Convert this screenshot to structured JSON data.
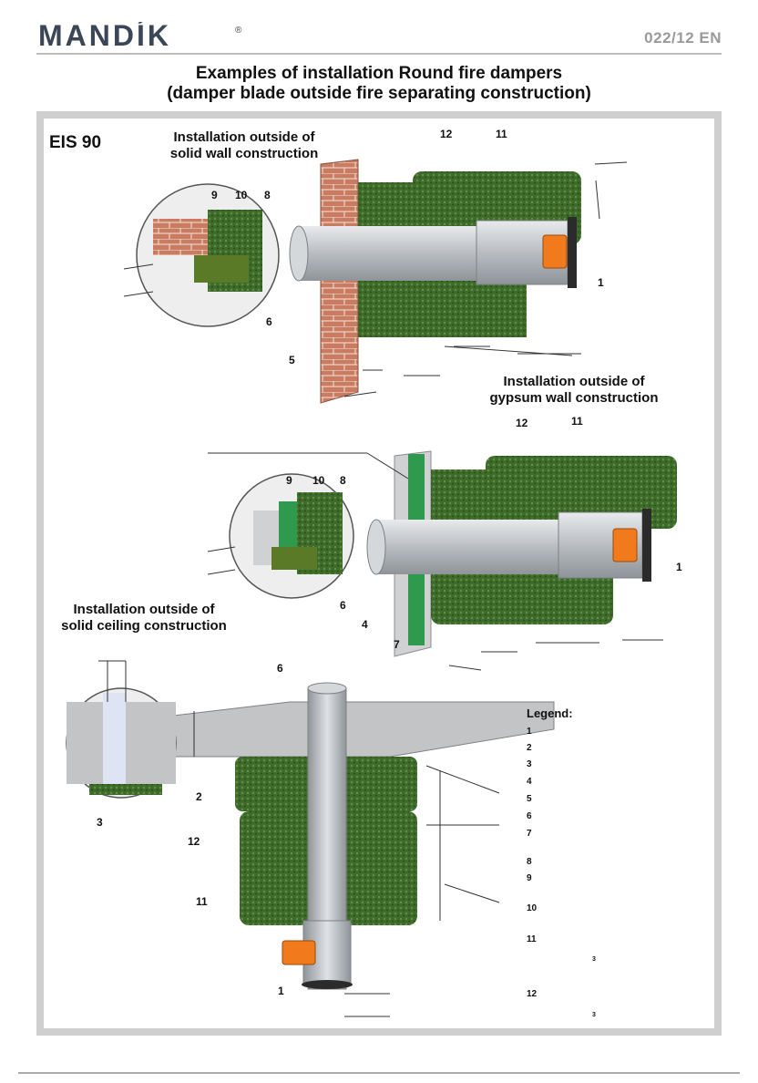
{
  "header": {
    "brand": "MANDÍK",
    "registered_mark": "®",
    "doc_code": "022/12 EN"
  },
  "title": {
    "line1": "Examples of installation Round fire dampers",
    "line2": "(damper blade outside fire separating construction)"
  },
  "rating": "EIS 90",
  "sections": {
    "solid_wall": [
      "Installation outside of",
      "solid wall construction"
    ],
    "gypsum_wall": [
      "Installation  outside  of",
      "gypsum wall construction"
    ],
    "solid_ceiling": [
      "Installation outside of",
      "solid ceiling construction"
    ]
  },
  "callouts": {
    "wall": [
      "12",
      "11",
      "9",
      "10",
      "8",
      "1",
      "6",
      "5"
    ],
    "gypsum": [
      "12",
      "11",
      "9",
      "10",
      "8",
      "1",
      "6",
      "4",
      "7"
    ],
    "ceiling": [
      "6",
      "2",
      "3",
      "12",
      "11",
      "1"
    ]
  },
  "legend": {
    "title": "Legend:",
    "numbers": [
      "1",
      "2",
      "3",
      "4",
      "5",
      "6",
      "7",
      "8",
      "9",
      "10",
      "11",
      "12"
    ],
    "superscripts": [
      "3",
      "3"
    ]
  },
  "colors": {
    "brand": "#3b4656",
    "brick": "#c97c62",
    "mineral_wool": "#3d6b2a",
    "duct": "#c9ccd0",
    "actuator": "#f07a1c",
    "gypsum_board": "#2f9a4e",
    "frame": "#cfcfcf"
  }
}
